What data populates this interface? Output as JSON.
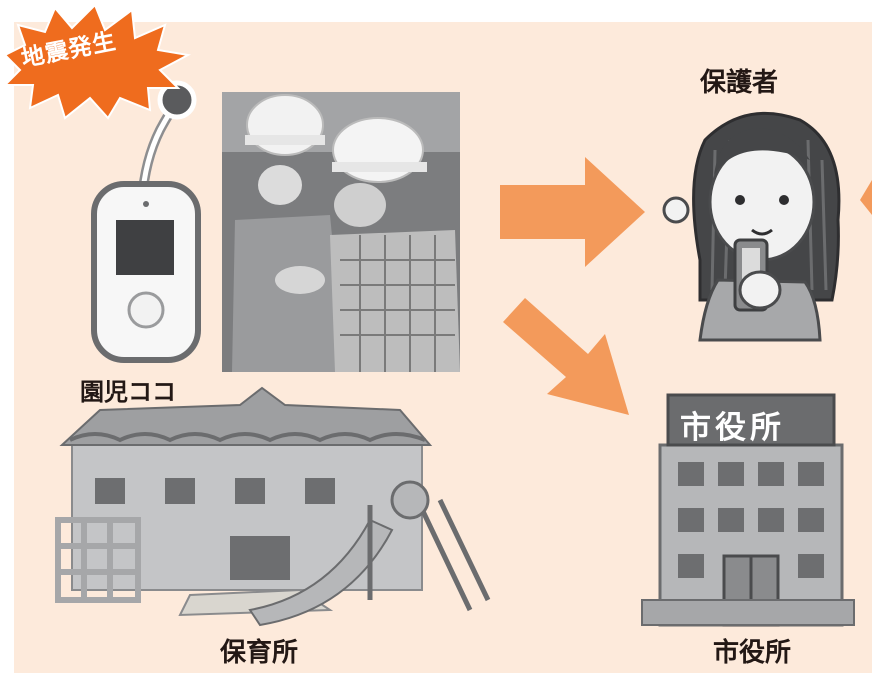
{
  "colors": {
    "background": "#fdeadb",
    "arrow": "#f39a5b",
    "burst": "#ef6c1e",
    "building": "#b6b7b9",
    "building_dark": "#6b6c6e"
  },
  "burst": {
    "label": "地震発生",
    "icon": "explosion-burst-icon"
  },
  "device": {
    "label": "園児ココ",
    "icon": "gps-tracker-device-icon"
  },
  "photo": {
    "icon": "workers-in-helmets-photo"
  },
  "nursery": {
    "label": "保育所",
    "icon": "nursery-school-building-icon"
  },
  "parent": {
    "label": "保護者",
    "icon": "parent-with-smartphone-icon"
  },
  "city_hall": {
    "label": "市役所",
    "sign": "市役所",
    "icon": "city-hall-building-icon"
  },
  "arrows": [
    {
      "direction": "right",
      "icon": "arrow-right-icon"
    },
    {
      "direction": "down-right",
      "icon": "arrow-down-right-icon"
    }
  ]
}
